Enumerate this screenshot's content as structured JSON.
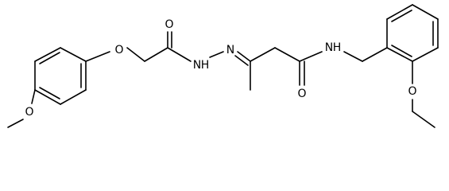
{
  "molecule": {
    "atoms": {
      "o_aryl_ether": "O",
      "o_left_methoxy": "O",
      "o_acyl_carbonyl": "O",
      "hydrazone_n_left": "N",
      "hydrazone_n_right": "N",
      "hydrazone_nh": "H",
      "o_amide_carbonyl": "O",
      "amide_n": "N",
      "amide_nh": "H",
      "o_right_methoxy": "O"
    }
  }
}
